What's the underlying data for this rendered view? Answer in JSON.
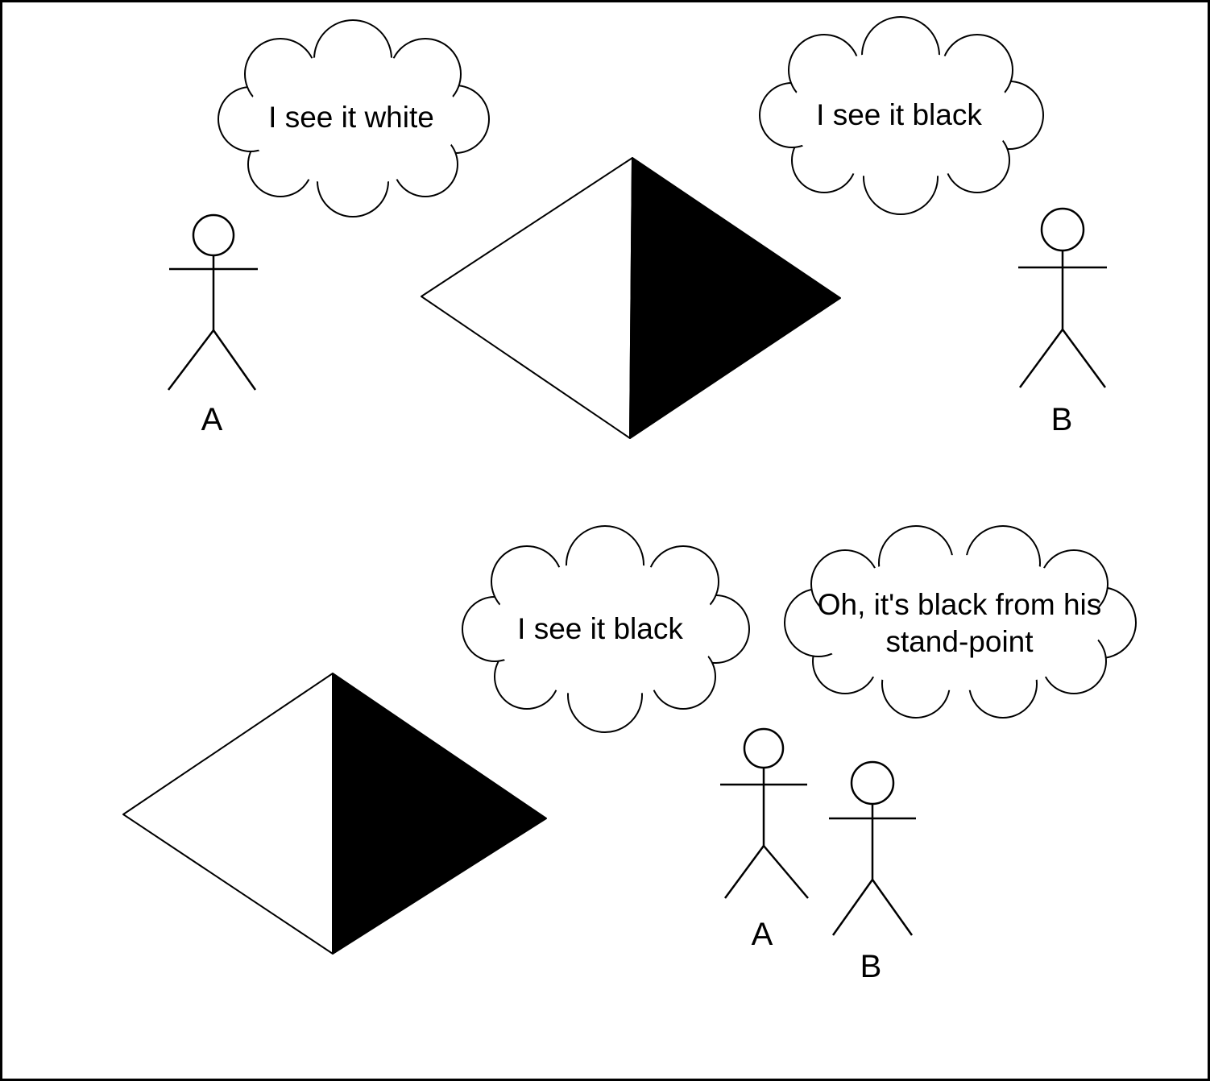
{
  "scene_top": {
    "thought_a": "I see it white",
    "thought_b": "I see it black",
    "label_a": "A",
    "label_b": "B"
  },
  "scene_bottom": {
    "thought_a": "I see it black",
    "thought_b_line1": "Oh, it's black from his",
    "thought_b_line2": "stand-point",
    "label_a": "A",
    "label_b": "B"
  },
  "colors": {
    "ink": "#000000",
    "paper": "#ffffff"
  }
}
